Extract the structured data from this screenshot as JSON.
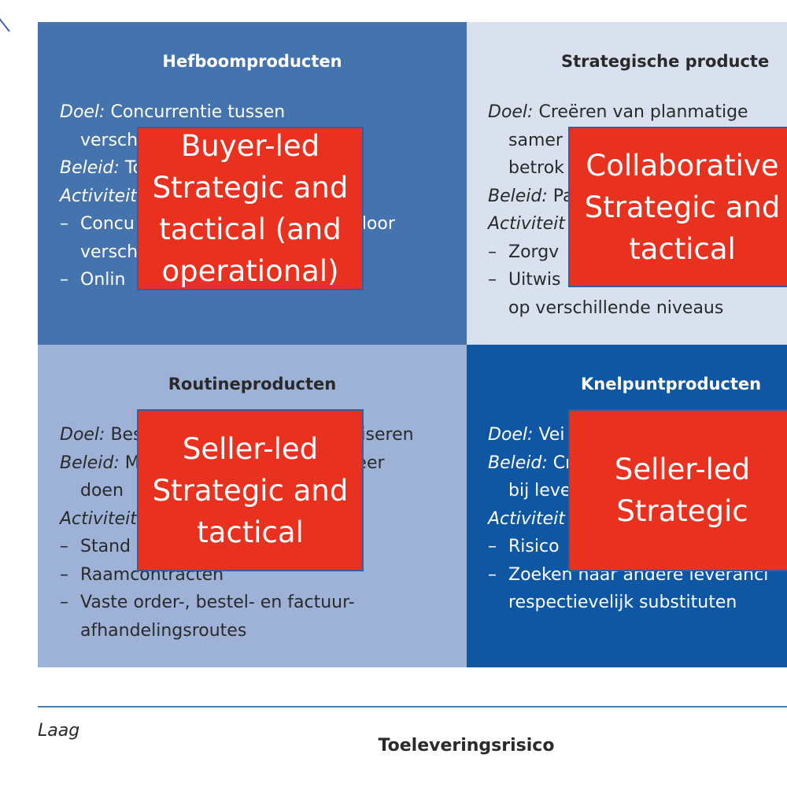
{
  "quadrants": {
    "top_left": {
      "title": "Hefboomproducten",
      "lines": [
        {
          "label": "Doel:",
          "text": " Concurrentie tussen",
          "indent": false
        },
        {
          "label": "",
          "text": "versch",
          "indent": true
        },
        {
          "label": "Beleid:",
          "text": " To",
          "indent": false
        },
        {
          "label": "Activiteit",
          "text": "",
          "indent": false
        },
        {
          "dash": "–",
          "text": "Concu",
          "tail": "n door",
          "indent": false
        },
        {
          "label": "",
          "text": "versch",
          "indent": true
        },
        {
          "dash": "–",
          "text": "Onlin",
          "indent": false
        }
      ]
    },
    "top_right": {
      "title": "Strategische producte",
      "lines": [
        {
          "label": "Doel:",
          "text": " Creëren van planmatige",
          "indent": false
        },
        {
          "label": "",
          "text": "samer",
          "indent": true
        },
        {
          "label": "",
          "text": "betrok",
          "indent": true
        },
        {
          "label": "Beleid:",
          "text": " Pa",
          "indent": false
        },
        {
          "label": "Activiteit",
          "text": "",
          "indent": false
        },
        {
          "dash": "–",
          "text": "Zorgv",
          "indent": false
        },
        {
          "dash": "–",
          "text": "Uitwis",
          "indent": false
        },
        {
          "label": "",
          "text": "op verschillende niveaus",
          "indent": true
        }
      ]
    },
    "bottom_left": {
      "title": "Routineproducten",
      "lines": [
        {
          "label": "Doel:",
          "text": " Bes",
          "tail": "aniseren",
          "indent": false
        },
        {
          "label": "Beleid:",
          "text": " M",
          "tail": "meer",
          "indent": false
        },
        {
          "label": "",
          "text": "doen",
          "indent": true
        },
        {
          "label": "Activiteit",
          "text": "",
          "indent": false
        },
        {
          "dash": "–",
          "text": "Stand",
          "indent": false
        },
        {
          "dash": "–",
          "text": "Raamcontracten",
          "indent": false
        },
        {
          "dash": "–",
          "text": "Vaste order-, bestel- en factuur-",
          "indent": false
        },
        {
          "label": "",
          "text": "afhandelingsroutes",
          "indent": true
        }
      ]
    },
    "bottom_right": {
      "title": "Knelpuntproducten",
      "lines": [
        {
          "label": "Doel:",
          "text": " Vei",
          "indent": false
        },
        {
          "label": "Beleid:",
          "text": " Cr",
          "indent": false
        },
        {
          "label": "",
          "text": "bij leve",
          "indent": true
        },
        {
          "label": "Activiteit",
          "text": "",
          "indent": false
        },
        {
          "dash": "–",
          "text": "Risico",
          "indent": false
        },
        {
          "dash": "–",
          "text": "Zoeken naar andere leveranci",
          "indent": false
        },
        {
          "label": "",
          "text": "respectievelijk substituten",
          "indent": true
        }
      ]
    }
  },
  "overlays": {
    "top_left": [
      "Buyer-led",
      "Strategic and",
      "tactical (and",
      "operational)"
    ],
    "top_right": [
      "Collaborative",
      "Strategic and",
      "tactical"
    ],
    "bottom_left": [
      "Seller-led",
      "Strategic and",
      "tactical"
    ],
    "bottom_right": [
      "Seller-led",
      "Strategic"
    ]
  },
  "axis": {
    "low_label": "Laag",
    "title": "Toeleveringsrisico"
  },
  "colors": {
    "top_left_bg": "#4573ad",
    "top_right_bg": "#d9e1ef",
    "bottom_left_bg": "#9db2d6",
    "bottom_right_bg": "#0f57a3",
    "overlay_red": "#e8311f",
    "axis_line": "#4f7cb0"
  }
}
